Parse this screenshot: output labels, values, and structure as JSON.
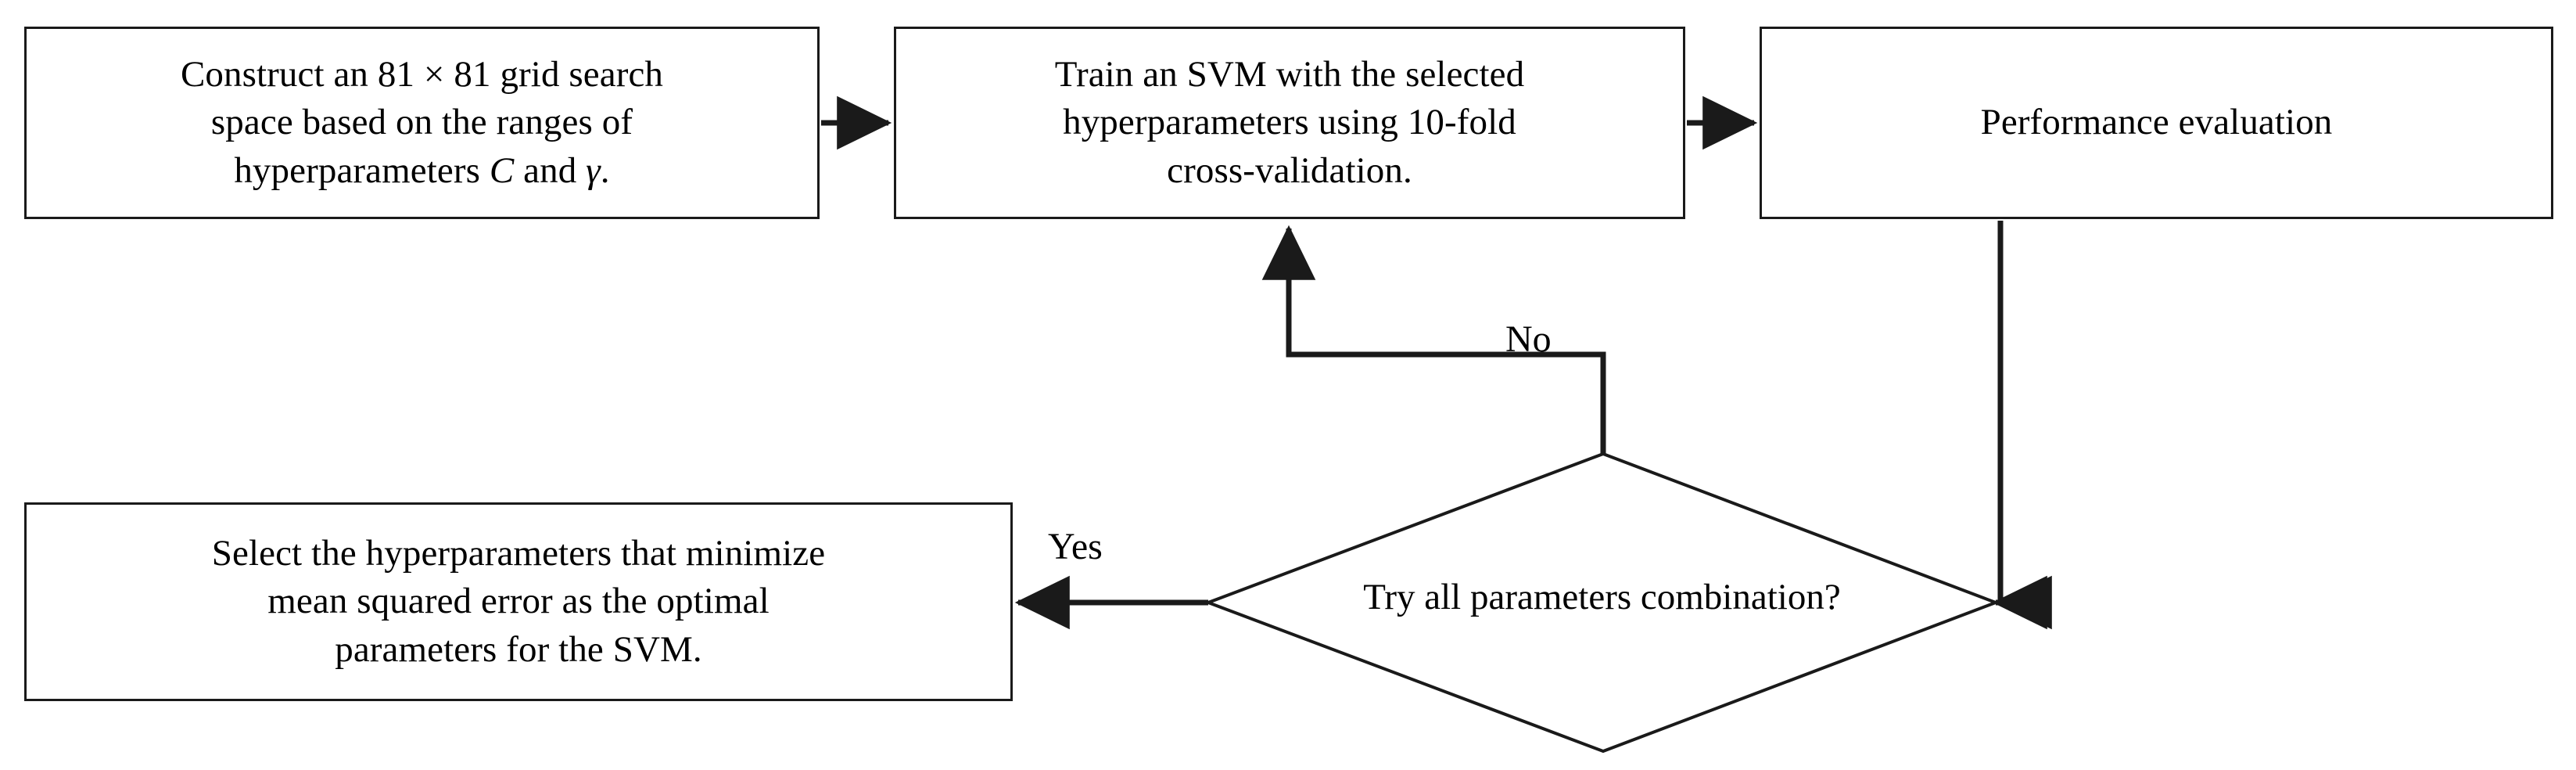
{
  "diagram": {
    "type": "flowchart",
    "title": "SVM hyperparameter grid-search flowchart",
    "orientation": "left-to-right with feedback loop",
    "colors": {
      "background": "#ffffff",
      "node_border": "#1a1a1a",
      "node_fill": "#ffffff",
      "connector": "#1a1a1a",
      "text": "#000000"
    },
    "nodes": [
      {
        "id": "construct",
        "shape": "rectangle",
        "text": "Construct an 81 × 81 grid search space based on the ranges of hyperparameters C and γ.",
        "lines": [
          "Construct an 81 × 81 grid search",
          "space based on the ranges of",
          "hyperparameters C and γ."
        ],
        "line1": "Construct an 81 × 81 grid search",
        "line2": "space based on the ranges of",
        "line3_a": "hyperparameters ",
        "line3_italic_c": "C",
        "line3_b": " and ",
        "line3_italic_gamma": "γ",
        "line3_c": "."
      },
      {
        "id": "train",
        "shape": "rectangle",
        "text": "Train an SVM with the selected hyperparameters using 10-fold cross-validation.",
        "lines": [
          "Train an SVM with the selected",
          "hyperparameters using 10-fold",
          "cross-validation."
        ]
      },
      {
        "id": "performance",
        "shape": "rectangle",
        "text": "Performance evaluation",
        "lines": [
          "Performance evaluation"
        ]
      },
      {
        "id": "decision",
        "shape": "diamond",
        "text": "Try all parameters combination?"
      },
      {
        "id": "select",
        "shape": "rectangle",
        "text": "Select the hyperparameters that minimize mean squared error as the optimal parameters for the SVM.",
        "lines": [
          "Select the hyperparameters that minimize",
          "mean squared error as the optimal",
          "parameters for the SVM."
        ]
      }
    ],
    "edges": [
      {
        "id": "e1",
        "from": "construct",
        "to": "train",
        "label": ""
      },
      {
        "id": "e2",
        "from": "train",
        "to": "performance",
        "label": ""
      },
      {
        "id": "e3",
        "from": "performance",
        "to": "decision",
        "label": ""
      },
      {
        "id": "e4",
        "from": "decision",
        "to": "train",
        "label": "No"
      },
      {
        "id": "e5",
        "from": "decision",
        "to": "select",
        "label": "Yes"
      }
    ],
    "edge_labels": {
      "no": "No",
      "yes": "Yes"
    }
  }
}
